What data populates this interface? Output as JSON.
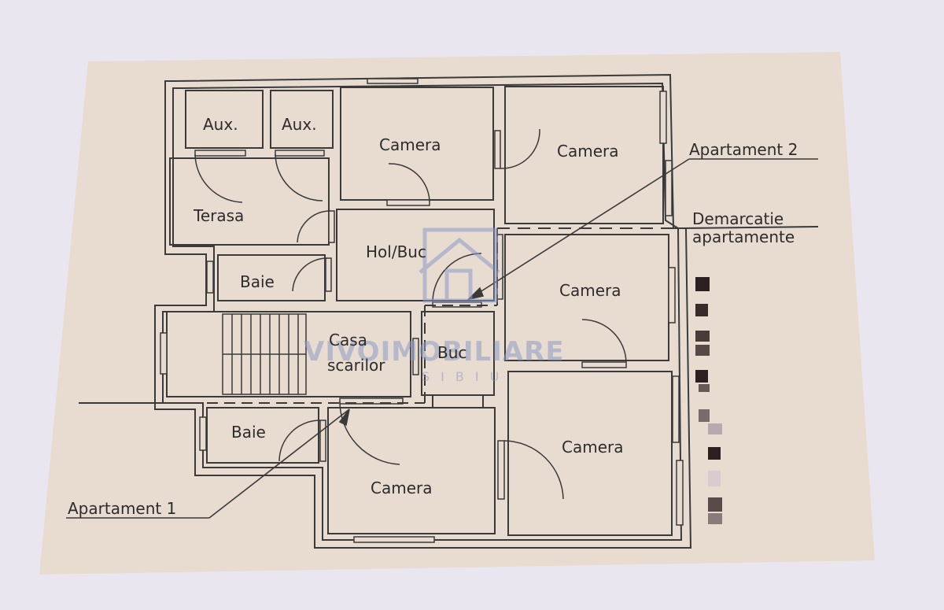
{
  "colors": {
    "background": "#e9e6ef",
    "paper": "#e7dccf",
    "line": "#3a3a3a",
    "watermark": "#8e9bc9"
  },
  "rooms": {
    "aux_1": "Aux.",
    "aux_2": "Aux.",
    "terasa": "Terasa",
    "camera_top_center": "Camera",
    "camera_top_right": "Camera",
    "hol_buc": "Hol/Buc",
    "baie_upper": "Baie",
    "camera_middle_right": "Camera",
    "casa_scarilor_line1": "Casa",
    "casa_scarilor_line2": "scarilor",
    "buc": "Buc",
    "baie_lower": "Baie",
    "camera_bottom_center": "Camera",
    "camera_bottom_right": "Camera"
  },
  "annotations": {
    "apartament_2": "Apartament 2",
    "demarcatie_line1": "Demarcatie",
    "demarcatie_line2": "apartamente",
    "apartament_1": "Apartament 1"
  },
  "watermark": {
    "brand": "VIVOIMOBILIARE",
    "city": "SIBIU",
    "icon": "house-logo-icon"
  }
}
